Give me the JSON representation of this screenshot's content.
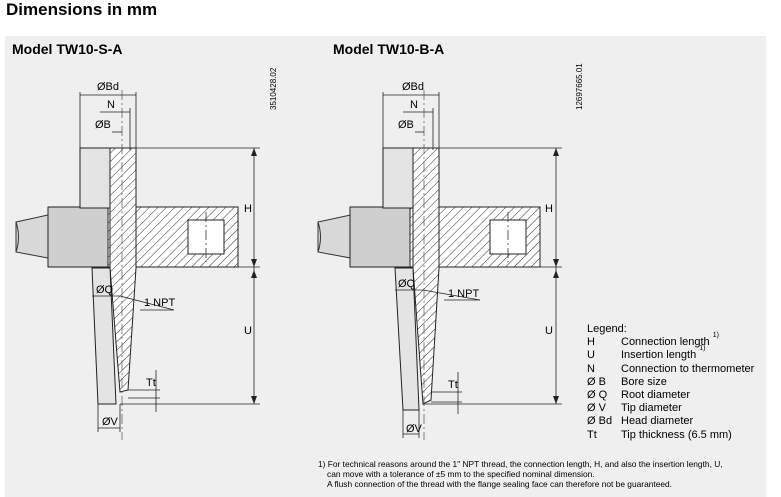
{
  "page": {
    "title": "Dimensions in mm"
  },
  "models": [
    {
      "title": "Model TW10-S-A",
      "doc_number": "3510428.02"
    },
    {
      "title": "Model TW10-B-A",
      "doc_number": "12697665.01"
    }
  ],
  "dimension_labels": {
    "head_diameter": "ØBd",
    "connection": "N",
    "bore": "ØB",
    "connection_length": "H",
    "insertion_length": "U",
    "root": "ØQ",
    "tip": "ØV",
    "tip_thickness": "Tt",
    "thread": "1 NPT"
  },
  "legend": {
    "title": "Legend:",
    "items": [
      {
        "symbol": "H",
        "text": "Connection length",
        "note": "1)"
      },
      {
        "symbol": "U",
        "text": "Insertion length",
        "note": "1)"
      },
      {
        "symbol": "N",
        "text": "Connection to thermometer",
        "note": ""
      },
      {
        "symbol": "Ø B",
        "text": "Bore size",
        "note": ""
      },
      {
        "symbol": "Ø Q",
        "text": "Root diameter",
        "note": ""
      },
      {
        "symbol": "Ø V",
        "text": "Tip diameter",
        "note": ""
      },
      {
        "symbol": "Ø Bd",
        "text": "Head diameter",
        "note": ""
      },
      {
        "symbol": "Tt",
        "text": "Tip thickness (6.5 mm)",
        "note": ""
      }
    ]
  },
  "footnote": {
    "lines": [
      "1) For technical reasons around the 1\" NPT thread, the connection length, H, and also the insertion length, U,",
      "can move with a tolerance of ±5 mm to the specified nominal dimension.",
      "A flush connection of the thread with the flange sealing face can therefore not be guaranteed."
    ]
  }
}
